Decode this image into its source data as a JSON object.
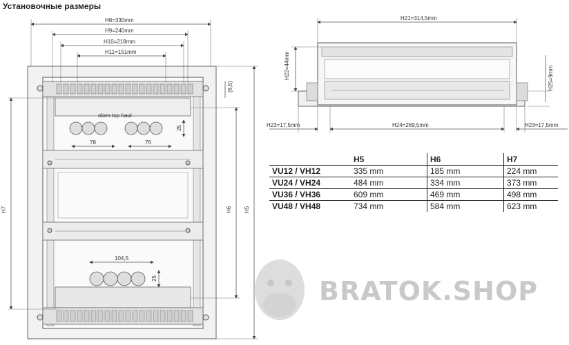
{
  "title": "Установочные размеры",
  "front": {
    "h8": "H8=330mm",
    "h9": "H9=240mm",
    "h10": "H10=218mm",
    "h11": "H11=151mm",
    "h7": "H7",
    "h6": "H6",
    "h5": "H5",
    "d65": "(6,5)",
    "d25a": "25",
    "d25b": "25",
    "d78": "78",
    "d76": "76",
    "d1045": "104,5",
    "oben": "oben top haut"
  },
  "top": {
    "h21": "H21=314,5mm",
    "h22": "H22=44mm",
    "h25": "H25=9mm",
    "h23l": "H23=17,5mm",
    "h24": "H24=269,5mm",
    "h23r": "H23=17,5mm"
  },
  "table": {
    "headers": [
      "",
      "H5",
      "H6",
      "H7"
    ],
    "rows": [
      [
        "VU12 / VH12",
        "335 mm",
        "185 mm",
        "224 mm"
      ],
      [
        "VU24 / VH24",
        "484 mm",
        "334 mm",
        "373 mm"
      ],
      [
        "VU36 / VH36",
        "609 mm",
        "469 mm",
        "498 mm"
      ],
      [
        "VU48 / VH48",
        "734 mm",
        "584 mm",
        "623 mm"
      ]
    ]
  },
  "watermark": "BRATOK.SHOP"
}
